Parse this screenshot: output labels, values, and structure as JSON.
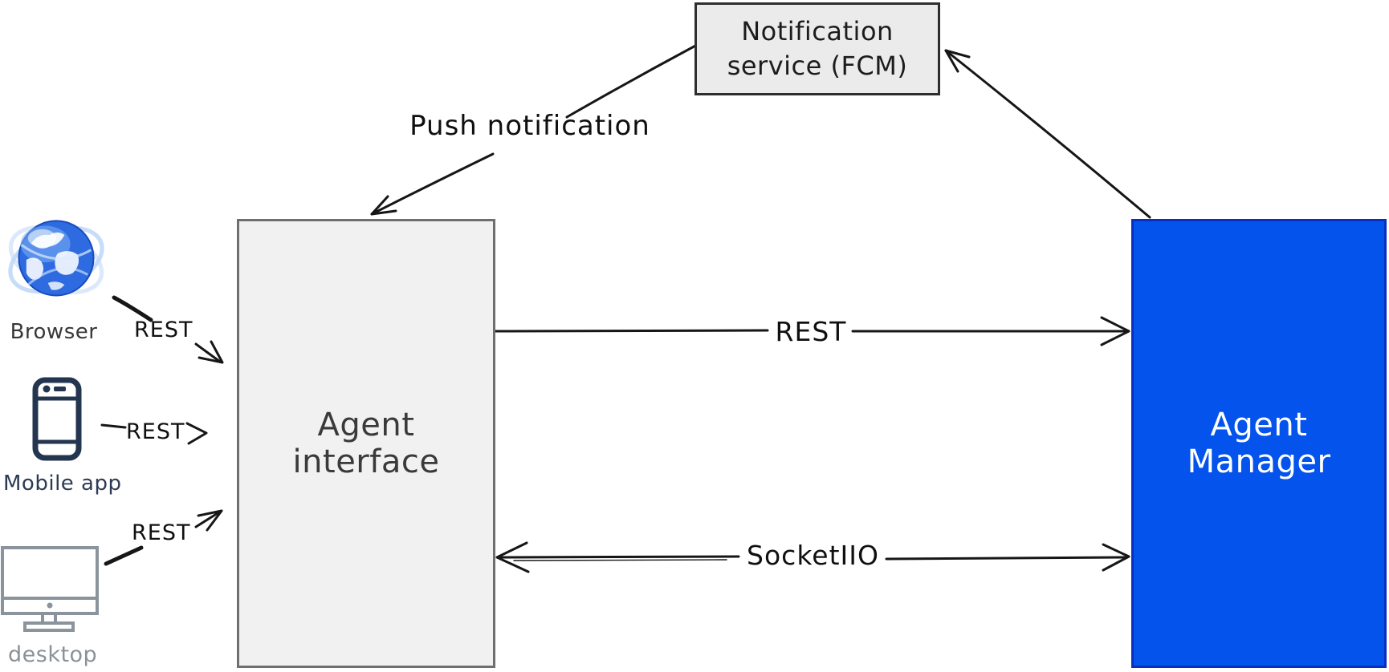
{
  "diagram": {
    "boxes": {
      "notification_service": {
        "line1": "Notification",
        "line2": "service (FCM)"
      },
      "agent_interface": {
        "label": "Agent interface"
      },
      "agent_manager": {
        "label": "Agent Manager"
      }
    },
    "clients": {
      "browser": {
        "label": "Browser",
        "icon": "globe-icon"
      },
      "mobile": {
        "label": "Mobile app",
        "icon": "smartphone-icon"
      },
      "desktop": {
        "label": "desktop",
        "icon": "monitor-icon"
      }
    },
    "edges": {
      "push_notification": {
        "label": "Push notification"
      },
      "rest_main": {
        "label": "REST"
      },
      "socket": {
        "label": "SocketIIO"
      },
      "rest_browser": {
        "label": "REST"
      },
      "rest_mobile": {
        "label": "REST"
      },
      "rest_desktop": {
        "label": "REST"
      }
    },
    "colors": {
      "agent_manager_fill": "#0353ec",
      "agent_manager_border": "#0a2fbe",
      "agent_interface_fill": "#f1f1f1",
      "agent_interface_border": "#6f6f6f",
      "notification_fill": "#ebebeb",
      "notification_border": "#2e2e2e",
      "connector": "#161616",
      "mobile_icon": "#243550",
      "desktop_icon": "#8b949c"
    }
  }
}
